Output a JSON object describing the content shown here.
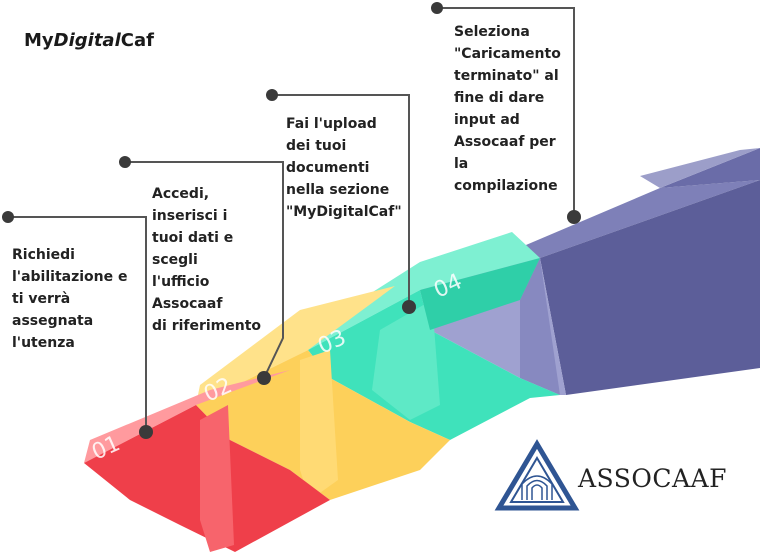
{
  "brand": {
    "prefix": "My",
    "italic": "Digital",
    "suffix": "Caf"
  },
  "steps": [
    {
      "number": "01",
      "color": "#ef3f4a",
      "lines": [
        "Richiedi",
        "l'abilitazione e",
        "ti verrà",
        "assegnata",
        "l'utenza"
      ]
    },
    {
      "number": "02",
      "color": "#fdd05a",
      "lines": [
        "Accedi,",
        "inserisci i",
        "tuoi dati e",
        "scegli",
        "l'ufficio",
        "Assocaaf",
        "di riferimento"
      ]
    },
    {
      "number": "03",
      "color": "#3fe2bb",
      "lines": [
        "Fai l'upload",
        "dei tuoi",
        "documenti",
        "nella sezione",
        "\"MyDigitalCaf\""
      ]
    },
    {
      "number": "04",
      "color": "#5a5c98",
      "lines": [
        "Seleziona",
        "\"Caricamento",
        "terminato\" al",
        "fine di dare",
        "input ad",
        "Assocaaf per",
        "la",
        "compilazione"
      ]
    }
  ],
  "logo": {
    "text": "ASSOCAAF",
    "icon": "assocaaf-triangle-logo-icon"
  }
}
